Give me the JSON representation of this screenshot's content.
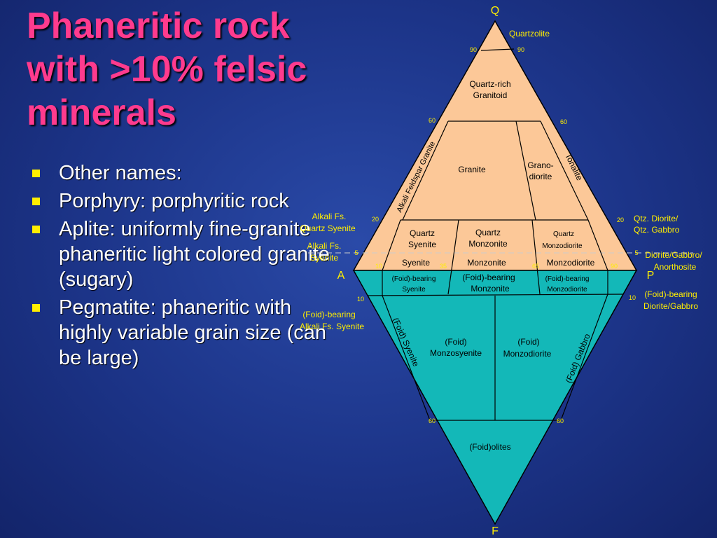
{
  "slide": {
    "title": "Phaneritic rock with  >10% felsic minerals",
    "title_color": "#ff3b8e",
    "bullet_color": "#ffee00",
    "bullets": [
      "Other names:",
      "Porphyry: porphyritic rock",
      "Aplite: uniformly fine-granite phaneritic light colored granite (sugary)",
      "Pegmatite: phaneritic with highly variable grain size (can be large)"
    ]
  },
  "diagram": {
    "upper_fill": "#fcc898",
    "lower_fill": "#13b8b8",
    "vertices": {
      "q": "Q",
      "a": "A",
      "p": "P",
      "f": "F"
    },
    "ticks": {
      "q90_left": "90",
      "q90_right": "90",
      "q60_left": "60",
      "q60_right": "60",
      "q20_left": "20",
      "q20_right": "20",
      "q5_left": "5",
      "q5_right": "5",
      "b10": "10",
      "b35": "35",
      "b65": "65",
      "b90": "90",
      "f10_left": "10",
      "f10_right": "10",
      "f60_left": "60",
      "f60_right": "60"
    },
    "fields": {
      "quartzolite": "Quartzolite",
      "quartz_rich_1": "Quartz-rich",
      "quartz_rich_2": "Granitoid",
      "alkali_feldspar_granite": "Alkali Feldspar Granite",
      "granite": "Granite",
      "granodiorite_1": "Grano-",
      "granodiorite_2": "diorite",
      "tonalite": "Tonalite",
      "quartz_syenite_1": "Quartz",
      "quartz_syenite_2": "Syenite",
      "quartz_monzonite_1": "Quartz",
      "quartz_monzonite_2": "Monzonite",
      "quartz_monzodiorite_1": "Quartz",
      "quartz_monzodiorite_2": "Monzodiorite",
      "syenite": "Syenite",
      "monzonite": "Monzonite",
      "monzodiorite": "Monzodiorite",
      "foid_bearing_syenite_1": "(Foid)-bearing",
      "foid_bearing_syenite_2": "Syenite",
      "foid_bearing_monzonite_1": "(Foid)-bearing",
      "foid_bearing_monzonite_2": "Monzonite",
      "foid_bearing_monzodiorite_1": "(Foid)-bearing",
      "foid_bearing_monzodiorite_2": "Monzodiorite",
      "foid_syenite": "(Foid) Syenite",
      "foid_monzosyenite_1": "(Foid)",
      "foid_monzosyenite_2": "Monzosyenite",
      "foid_monzodiorite_1": "(Foid)",
      "foid_monzodiorite_2": "Monzodiorite",
      "foid_gabbro": "(Foid) Gabbro",
      "foidolites": "(Foid)olites"
    },
    "side_labels": {
      "alkali_fs_quartz_syenite_1": "Alkali Fs.",
      "alkali_fs_quartz_syenite_2": "Quartz Syenite",
      "alkali_fs_syenite_1": "Alkali Fs.",
      "alkali_fs_syenite_2": "Syenite",
      "foid_bearing_alkali_1": "(Foid)-bearing",
      "foid_bearing_alkali_2": "Alkali Fs.   Syenite",
      "qtz_diorite_1": "Qtz. Diorite/",
      "qtz_diorite_2": "Qtz. Gabbro",
      "diorite_1": "Diorite/Gabbro/",
      "diorite_2": "Anorthosite",
      "foid_bearing_diorite_1": "(Foid)-bearing",
      "foid_bearing_diorite_2": "Diorite/Gabbro"
    }
  }
}
